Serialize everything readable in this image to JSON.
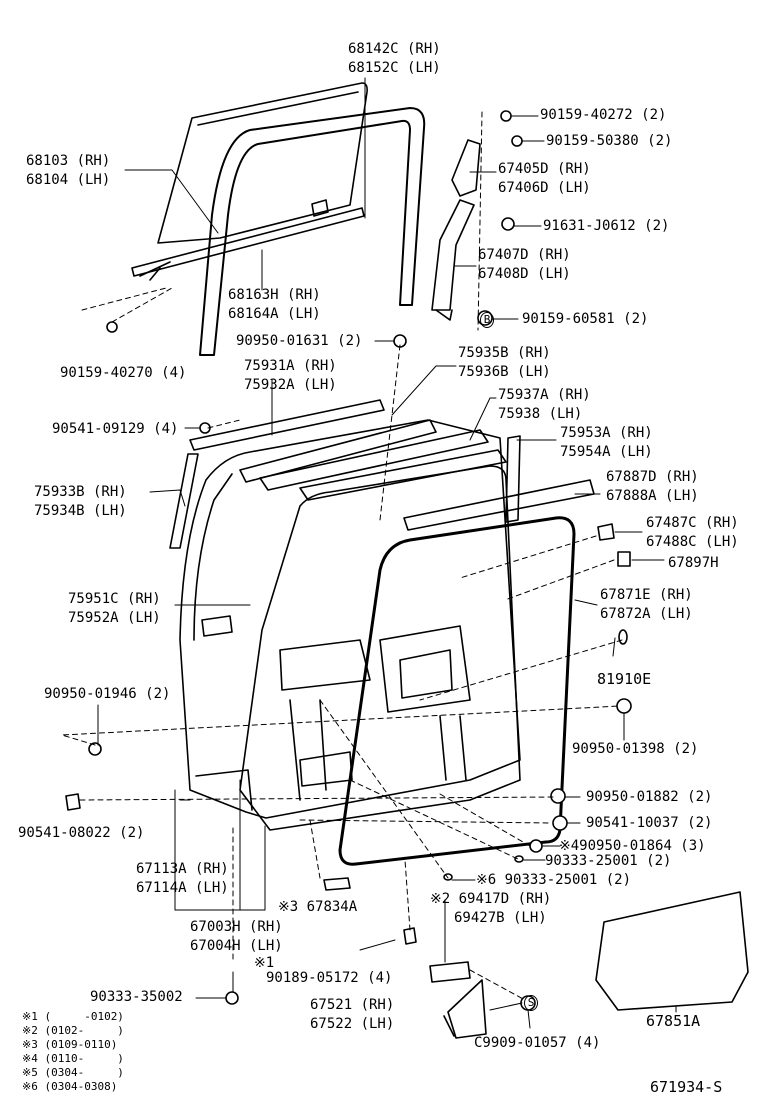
{
  "labels": {
    "p68142": "68142C (RH)",
    "p68152": "68152C (LH)",
    "p68103": "68103 (RH)",
    "p68104": "68104 (LH)",
    "p68163": "68163H (RH)",
    "p68164": "68164A (LH)",
    "p90159_40270": "90159-40270 (4)",
    "p90159_40272": "90159-40272 (2)",
    "p90159_50380": "90159-50380 (2)",
    "p67405": "67405D (RH)",
    "p67406": "67406D (LH)",
    "p91631": "91631-J0612 (2)",
    "p67407": "67407D (RH)",
    "p67408": "67408D (LH)",
    "p90159_60581": "90159-60581 (2)",
    "b_mark": "B",
    "p90950_01631": "90950-01631 (2)",
    "p75935": "75935B (RH)",
    "p75936": "75936B (LH)",
    "p75931": "75931A (RH)",
    "p75932": "75932A (LH)",
    "p75937": "75937A (RH)",
    "p75938": "75938  (LH)",
    "p90541_09129": "90541-09129 (4)",
    "p75953": "75953A (RH)",
    "p75954": "75954A (LH)",
    "p75933": "75933B (RH)",
    "p75934": "75934B (LH)",
    "p67887": "67887D (RH)",
    "p67888": "67888A (LH)",
    "p67487": "67487C (RH)",
    "p67488": "67488C (LH)",
    "p67897": "67897H",
    "p75951": "75951C (RH)",
    "p75952": "75952A (LH)",
    "p67871": "67871E (RH)",
    "p67872": "67872A (LH)",
    "p81910": "81910E",
    "p90950_01946": "90950-01946 (2)",
    "p90950_01398": "90950-01398 (2)",
    "p90950_01882": "90950-01882 (2)",
    "p90541_08022": "90541-08022 (2)",
    "p90541_10037": "90541-10037 (2)",
    "p90950_01864": "※490950-01864 (3)",
    "p67113": "67113A (RH)",
    "p67114": "67114A (LH)",
    "p90333_25001a": "90333-25001 (2)",
    "p90333_25001b": "※6 90333-25001 (2)",
    "p67003": "67003H (RH)",
    "p67004": "67004H (LH)",
    "p67834": "※3 67834A",
    "p69417": "※2 69417D (RH)",
    "p69427": "69427B (LH)",
    "star1": "※1",
    "p90189": "90189-05172 (4)",
    "p90333_35002": "90333-35002",
    "p67521": "67521 (RH)",
    "p67522": "67522 (LH)",
    "s_mark": "S",
    "p_c9909": "C9909-01057 (4)",
    "p67851": "67851A",
    "fig_no": "671934-S"
  },
  "notes": [
    "※1 (     -0102)",
    "※2 (0102-     )",
    "※3 (0109-0110)",
    "※4 (0110-     )",
    "※5 (0304-     )",
    "※6 (0304-0308)"
  ]
}
